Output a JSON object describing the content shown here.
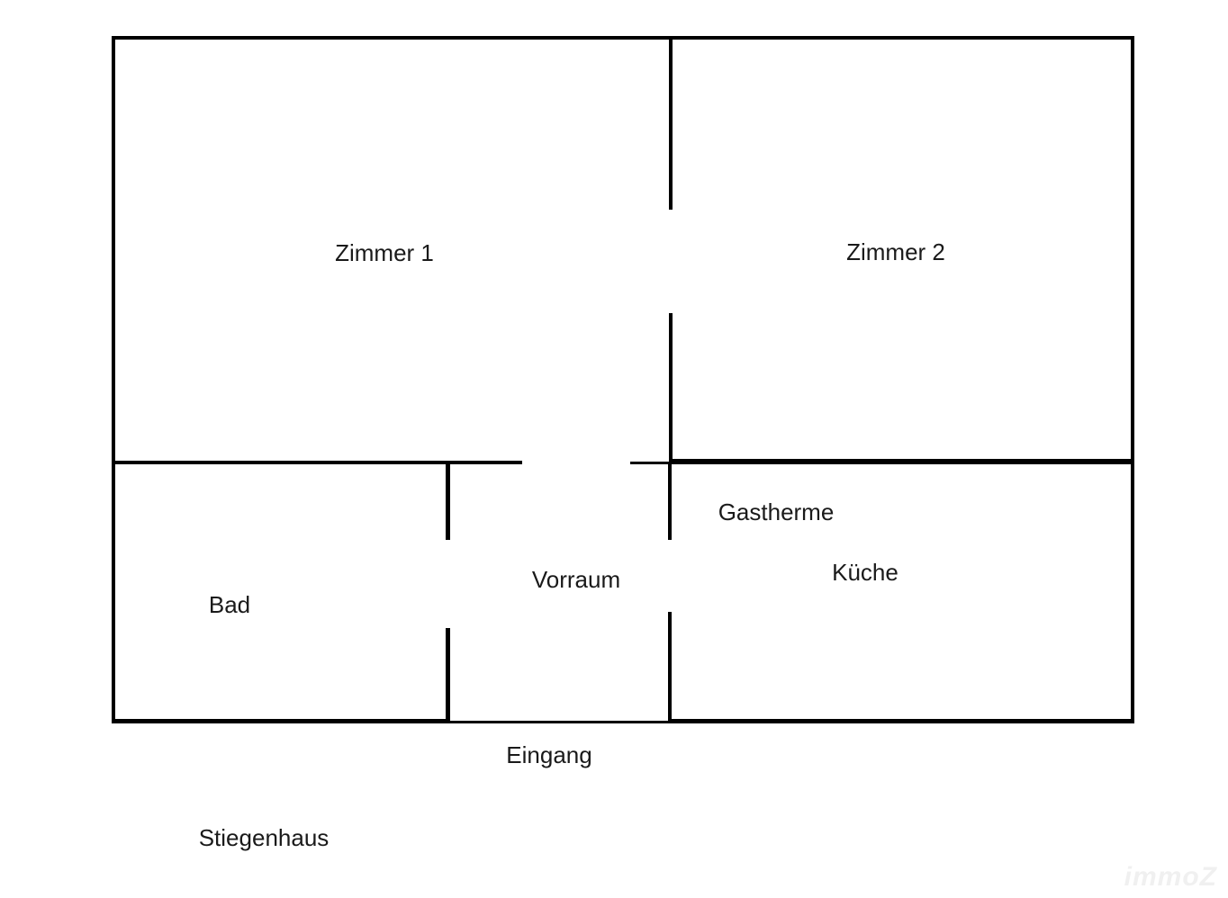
{
  "colors": {
    "wall": "#000000",
    "text": "#1a1a1a",
    "watermark": "#f0f0f0",
    "background": "#ffffff"
  },
  "rooms": {
    "zimmer1": {
      "label": "Zimmer 1"
    },
    "zimmer2": {
      "label": "Zimmer 2"
    },
    "bad": {
      "label": "Bad"
    },
    "vorraum": {
      "label": "Vorraum"
    },
    "gastherme": {
      "label": "Gastherme"
    },
    "kueche": {
      "label": "Küche"
    },
    "eingang": {
      "label": "Eingang"
    },
    "stiegenhaus": {
      "label": "Stiegenhaus"
    }
  },
  "watermark": {
    "label": "immoZ"
  }
}
